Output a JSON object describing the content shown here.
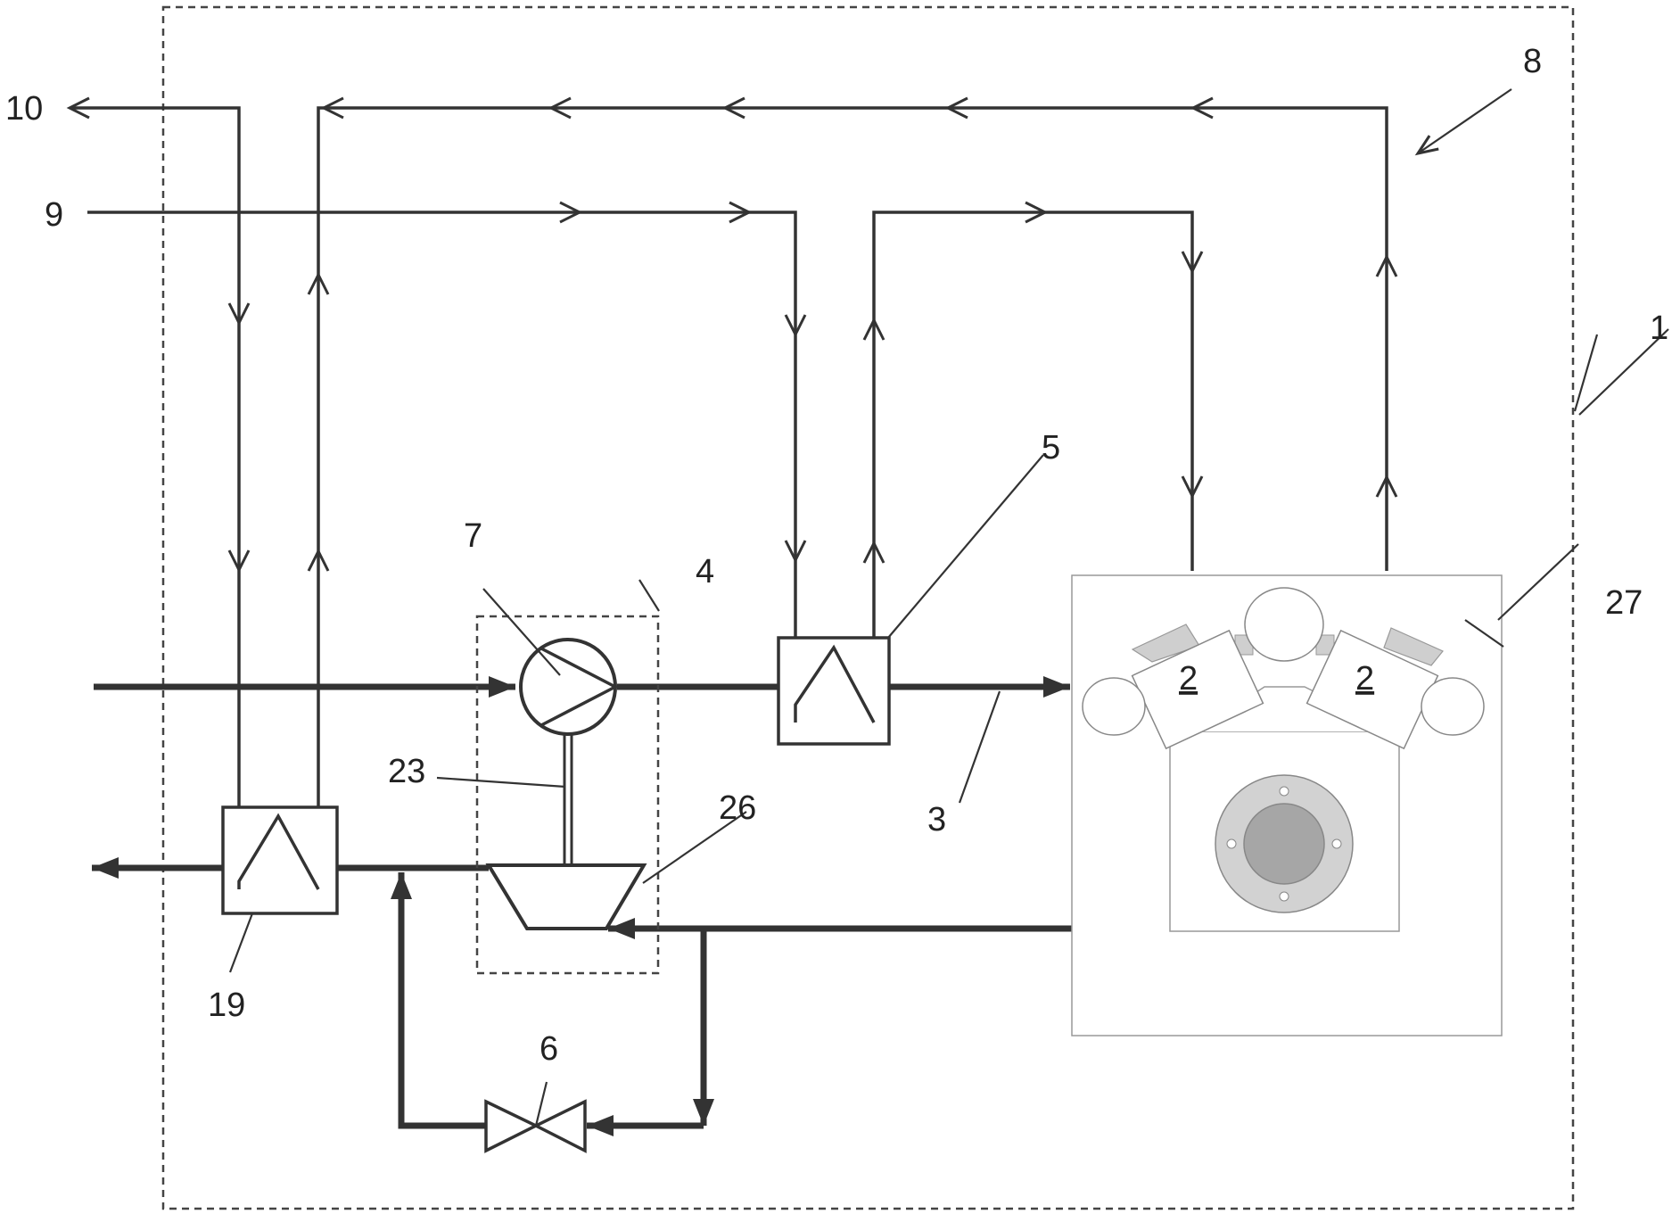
{
  "figure": {
    "labels": {
      "system": "1",
      "engine_unit": "2",
      "charge_line": "3",
      "turbocharger": "4",
      "charge_air_cooler": "5",
      "bypass_valve": "6",
      "compressor": "7",
      "coolant_circuit": "8",
      "coolant_inlet": "9",
      "coolant_outlet": "10",
      "exhaust_heat_exchanger": "19",
      "shaft": "23",
      "turbine": "26",
      "engine": "27"
    }
  }
}
